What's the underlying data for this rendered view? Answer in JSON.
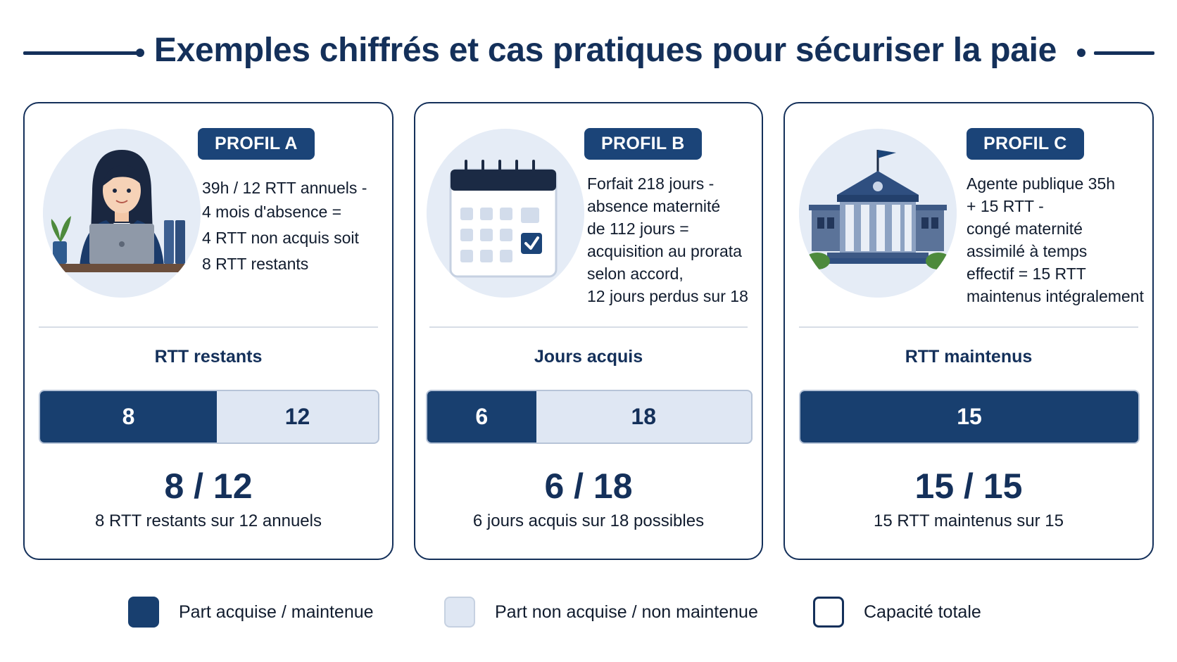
{
  "title": "Exemples chiffrés et cas pratiques pour sécuriser la paie",
  "colors": {
    "acquired": "#183f6f",
    "not_acquired": "#dfe7f3",
    "capacity_border": "#14305a",
    "background": "#ffffff"
  },
  "profiles": [
    {
      "badge": "PROFIL A",
      "illustration_icon": "office-worker-laptop-icon",
      "description": [
        "39h / 12 RTT annuels -",
        "4 mois d'absence =",
        "4 RTT non acquis soit",
        "8 RTT restants"
      ],
      "metric_title": "RTT restants",
      "bar_left_label": "8",
      "bar_right_label": "12",
      "ratio": "8 / 12",
      "caption": "8 RTT restants sur 12 annuels"
    },
    {
      "badge": "PROFIL B",
      "illustration_icon": "calendar-check-icon",
      "description": [
        "Forfait 218 jours -",
        "absence maternité",
        "de 112 jours =",
        "acquisition au prorata",
        "selon accord,",
        "12 jours perdus sur 18"
      ],
      "metric_title": "Jours acquis",
      "bar_left_label": "6",
      "bar_right_label": "18",
      "ratio": "6 / 18",
      "caption": "6 jours acquis sur 18 possibles"
    },
    {
      "badge": "PROFIL C",
      "illustration_icon": "public-building-icon",
      "description": [
        "Agente publique 35h",
        "+ 15 RTT -",
        "congé maternité",
        "assimilé à temps",
        "effectif = 15 RTT",
        "maintenus intégralement"
      ],
      "metric_title": "RTT maintenus",
      "bar_left_label": "15",
      "bar_right_label": "",
      "ratio": "15 / 15",
      "caption": "15 RTT maintenus sur 15"
    }
  ],
  "chart_data": {
    "type": "bar",
    "orientation": "horizontal-progress",
    "categories": [
      "PROFIL A",
      "PROFIL B",
      "PROFIL C"
    ],
    "series": [
      {
        "name": "Part acquise / maintenue",
        "values": [
          8,
          6,
          15
        ]
      },
      {
        "name": "Capacité totale",
        "values": [
          12,
          18,
          15
        ]
      }
    ],
    "legend_position": "bottom",
    "legend": [
      "Part acquise / maintenue",
      "Part non acquise / non maintenue",
      "Capacité totale"
    ]
  },
  "legend": {
    "items": [
      {
        "label": "Part acquise / maintenue",
        "swatch": "acquired"
      },
      {
        "label": "Part non acquise / non maintenue",
        "swatch": "not-acquired"
      },
      {
        "label": "Capacité totale",
        "swatch": "capacity"
      }
    ]
  }
}
